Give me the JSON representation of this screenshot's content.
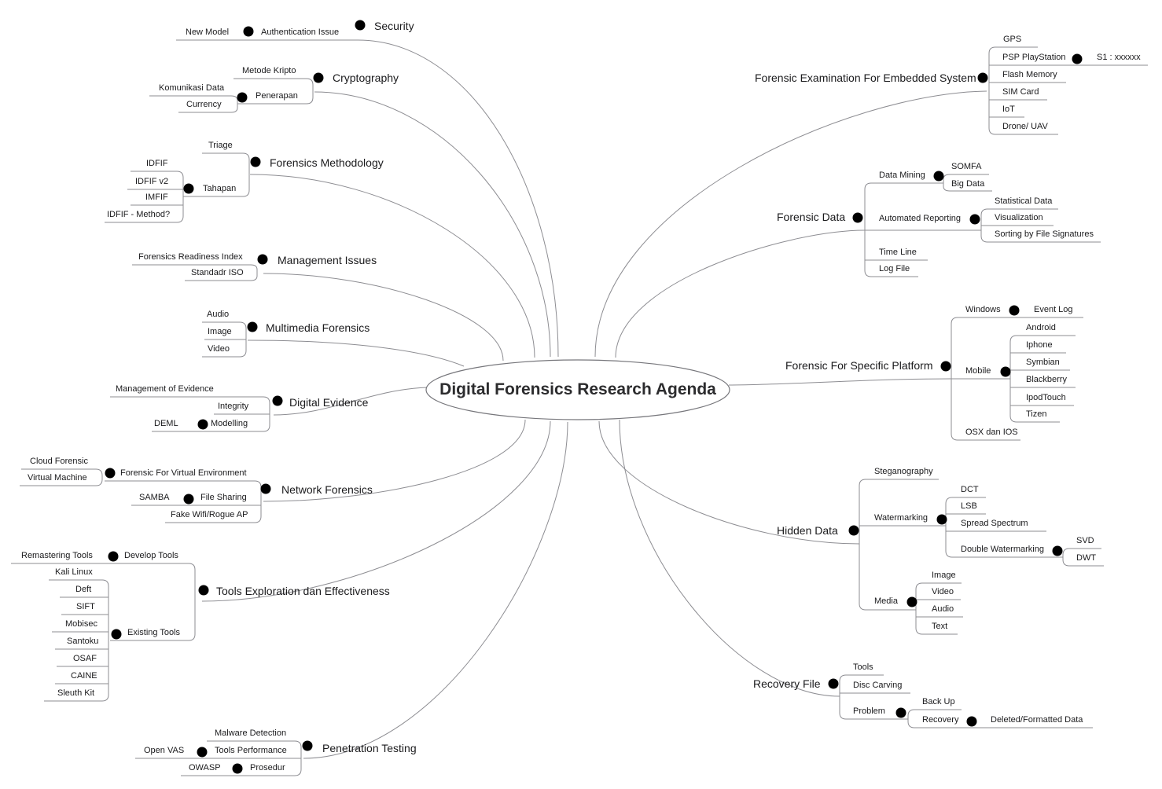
{
  "title": "Digital Forensics Research Agenda",
  "branches": {
    "security": {
      "label": "Security",
      "authentication_issue": "Authentication Issue",
      "new_model": "New Model"
    },
    "cryptography": {
      "label": "Cryptography",
      "metode_kripto": "Metode Kripto",
      "penerapan": "Penerapan",
      "komunikasi_data": "Komunikasi Data",
      "currency": "Currency"
    },
    "forensics_methodology": {
      "label": "Forensics Methodology",
      "triage": "Triage",
      "tahapan": "Tahapan",
      "idfif": "IDFIF",
      "idfif_v2": "IDFIF v2",
      "imfif": "IMFIF",
      "idfif_method": "IDFIF - Method?"
    },
    "management_issues": {
      "label": "Management Issues",
      "forensics_readiness_index": "Forensics Readiness Index",
      "standadr_iso": "Standadr ISO"
    },
    "multimedia_forensics": {
      "label": "Multimedia Forensics",
      "audio": "Audio",
      "image": "Image",
      "video": "Video"
    },
    "digital_evidence": {
      "label": "Digital Evidence",
      "management_of_evidence": "Management  of Evidence",
      "integrity": "Integrity",
      "deml": "DEML",
      "modelling": "Modelling"
    },
    "network_forensics": {
      "label": "Network Forensics",
      "forensic_for_virtual_environment": "Forensic For Virtual Environment",
      "cloud_forensic": "Cloud Forensic",
      "virtual_machine": "Virtual Machine",
      "samba": "SAMBA",
      "file_sharing": "File Sharing",
      "fake_wifi_rogue_ap": "Fake Wifi/Rogue AP"
    },
    "tools_exploration": {
      "label": "Tools Exploration dan Effectiveness",
      "remastering_tools": "Remastering Tools",
      "develop_tools": "Develop Tools",
      "existing_tools": "Existing Tools",
      "kali_linux": "Kali Linux",
      "deft": "Deft",
      "sift": "SIFT",
      "mobisec": "Mobisec",
      "santoku": "Santoku",
      "osaf": "OSAF",
      "caine": "CAINE",
      "sleuth_kit": "Sleuth Kit"
    },
    "penetration_testing": {
      "label": "Penetration Testing",
      "malware_detection": "Malware Detection",
      "open_vas": "Open VAS",
      "tools_performance": "Tools Performance",
      "owasp": "OWASP",
      "prosedur": "Prosedur"
    },
    "embedded_system": {
      "label": "Forensic Examination For Embedded System",
      "gps": "GPS",
      "psp_playstation": "PSP PlayStation",
      "s1": "S1 : xxxxxx",
      "flash_memory": "Flash Memory",
      "sim_card": "SIM Card",
      "iot": "IoT",
      "drone_uav": "Drone/ UAV"
    },
    "forensic_data": {
      "label": "Forensic Data",
      "data_mining": "Data Mining",
      "somfa": "SOMFA",
      "big_data": "Big Data",
      "automated_reporting": "Automated Reporting",
      "statistical_data": "Statistical Data",
      "visualization": "Visualization",
      "sorting_by_file_signatures": "Sorting by File Signatures",
      "time_line": "Time Line",
      "log_file": "Log File"
    },
    "specific_platform": {
      "label": "Forensic For Specific Platform",
      "windows": "Windows",
      "event_log": "Event Log",
      "mobile": "Mobile",
      "android": "Android",
      "iphone": "Iphone",
      "symbian": "Symbian",
      "blackberry": "Blackberry",
      "ipodtouch": "IpodTouch",
      "tizen": "Tizen",
      "osx_dan_ios": "OSX dan IOS"
    },
    "hidden_data": {
      "label": "Hidden Data",
      "steganography": "Steganography",
      "watermarking": "Watermarking",
      "dct": "DCT",
      "lsb": "LSB",
      "spread_spectrum": "Spread Spectrum",
      "double_watermarking": "Double Watermarking",
      "svd": "SVD",
      "dwt": "DWT",
      "media": "Media",
      "image": "Image",
      "video": "Video",
      "audio": "Audio",
      "text": "Text"
    },
    "recovery_file": {
      "label": "Recovery File",
      "tools": "Tools",
      "disc_carving": "Disc Carving",
      "problem": "Problem",
      "back_up": "Back Up",
      "recovery": "Recovery",
      "deleted_formatted_data": "Deleted/Formatted Data"
    }
  }
}
